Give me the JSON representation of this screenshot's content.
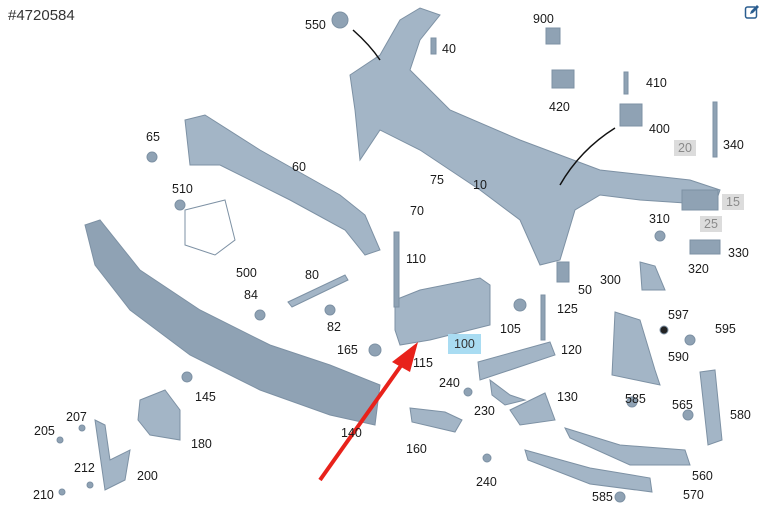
{
  "diagram_id": "#4720584",
  "icons": {
    "edit": "edit-note-icon"
  },
  "colors": {
    "part": "#9fb2c4",
    "part_dark": "#7f93a6",
    "highlight": "#a9dcf2",
    "arrow": "#e8221b",
    "grey_tag": "#dcdcdc"
  },
  "highlighted_part": "100",
  "labels": [
    {
      "id": "550",
      "style": "normal"
    },
    {
      "id": "40",
      "style": "normal"
    },
    {
      "id": "900",
      "style": "normal"
    },
    {
      "id": "410",
      "style": "normal"
    },
    {
      "id": "420",
      "style": "normal"
    },
    {
      "id": "400",
      "style": "normal"
    },
    {
      "id": "65",
      "style": "normal"
    },
    {
      "id": "20",
      "style": "grey"
    },
    {
      "id": "340",
      "style": "normal"
    },
    {
      "id": "60",
      "style": "normal"
    },
    {
      "id": "75",
      "style": "normal"
    },
    {
      "id": "10",
      "style": "normal"
    },
    {
      "id": "510",
      "style": "normal"
    },
    {
      "id": "15",
      "style": "grey"
    },
    {
      "id": "70",
      "style": "normal"
    },
    {
      "id": "310",
      "style": "normal"
    },
    {
      "id": "25",
      "style": "grey"
    },
    {
      "id": "330",
      "style": "normal"
    },
    {
      "id": "110",
      "style": "normal"
    },
    {
      "id": "320",
      "style": "normal"
    },
    {
      "id": "500",
      "style": "normal"
    },
    {
      "id": "80",
      "style": "normal"
    },
    {
      "id": "50",
      "style": "normal"
    },
    {
      "id": "300",
      "style": "normal"
    },
    {
      "id": "84",
      "style": "normal"
    },
    {
      "id": "125",
      "style": "normal"
    },
    {
      "id": "597",
      "style": "normal"
    },
    {
      "id": "105",
      "style": "normal"
    },
    {
      "id": "595",
      "style": "normal"
    },
    {
      "id": "82",
      "style": "normal"
    },
    {
      "id": "100",
      "style": "highlight"
    },
    {
      "id": "120",
      "style": "normal"
    },
    {
      "id": "165",
      "style": "normal"
    },
    {
      "id": "115",
      "style": "normal"
    },
    {
      "id": "590",
      "style": "normal"
    },
    {
      "id": "240",
      "style": "normal"
    },
    {
      "id": "145",
      "style": "normal"
    },
    {
      "id": "130",
      "style": "normal"
    },
    {
      "id": "585",
      "style": "normal"
    },
    {
      "id": "230",
      "style": "normal"
    },
    {
      "id": "565",
      "style": "normal"
    },
    {
      "id": "580",
      "style": "normal"
    },
    {
      "id": "207",
      "style": "normal"
    },
    {
      "id": "140",
      "style": "normal"
    },
    {
      "id": "205",
      "style": "normal"
    },
    {
      "id": "180",
      "style": "normal"
    },
    {
      "id": "160",
      "style": "normal"
    },
    {
      "id": "212",
      "style": "normal"
    },
    {
      "id": "200",
      "style": "normal"
    },
    {
      "id": "560",
      "style": "normal"
    },
    {
      "id": "240",
      "style": "normal"
    },
    {
      "id": "570",
      "style": "normal"
    },
    {
      "id": "210",
      "style": "normal"
    },
    {
      "id": "585",
      "style": "normal"
    }
  ]
}
